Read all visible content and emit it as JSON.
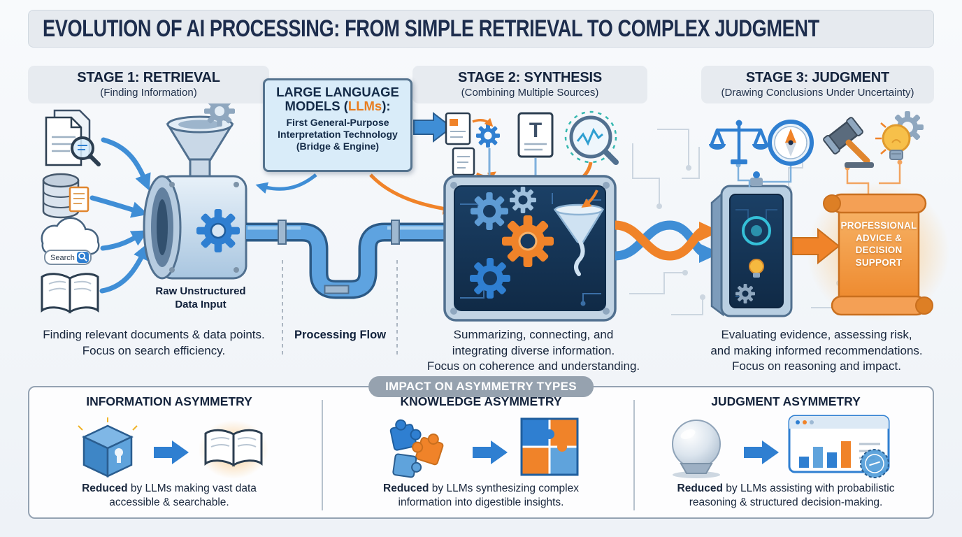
{
  "title": "EVOLUTION OF AI PROCESSING: FROM SIMPLE RETRIEVAL TO COMPLEX JUDGMENT",
  "stages": [
    {
      "label": "STAGE 1: RETRIEVAL",
      "subtitle": "(Finding Information)",
      "desc": [
        "Finding relevant documents & data points.",
        "Focus on search efficiency."
      ]
    },
    {
      "label": "STAGE 2: SYNTHESIS",
      "subtitle": "(Combining Multiple Sources)",
      "desc": [
        "Summarizing, connecting, and",
        "integrating diverse information.",
        "Focus on coherence and understanding."
      ]
    },
    {
      "label": "STAGE 3: JUDGMENT",
      "subtitle": "(Drawing Conclusions Under Uncertainty)",
      "desc": [
        "Evaluating evidence, assessing risk,",
        "and making informed recommendations.",
        "Focus on reasoning and impact."
      ]
    }
  ],
  "llm_callout": {
    "title_prefix": "LARGE LANGUAGE MODELS (",
    "title_highlight": "LLMs",
    "title_suffix": "):",
    "lines": [
      "First General-Purpose",
      "Interpretation Technology",
      "(Bridge & Engine)"
    ]
  },
  "labels": {
    "raw_input": [
      "Raw Unstructured",
      "Data Input"
    ],
    "processing_flow": "Processing Flow",
    "search_placeholder": "Search",
    "document_t": "T",
    "scroll": [
      "PROFESSIONAL",
      "ADVICE &",
      "DECISION",
      "SUPPORT"
    ]
  },
  "impact": {
    "header": "IMPACT ON ASYMMETRY TYPES",
    "items": [
      {
        "title": "INFORMATION ASYMMETRY",
        "lead": "Reduced",
        "text": " by LLMs making vast data accessible & searchable."
      },
      {
        "title": "KNOWLEDGE ASYMMETRY",
        "lead": "Reduced",
        "text": " by LLMs synthesizing complex information into digestible insights."
      },
      {
        "title": "JUDGMENT ASYMMETRY",
        "lead": "Reduced",
        "text": " by LLMs assisting with probabilistic reasoning & structured decision-making."
      }
    ]
  },
  "icons": [
    "document-search",
    "database",
    "cloud-search",
    "open-book",
    "funnel",
    "gear",
    "pipe",
    "source-documents",
    "text-document",
    "analysis-magnifier",
    "synthesis-gears",
    "vortex-funnel",
    "scales",
    "compass",
    "gavel",
    "lightbulb",
    "judgment-device",
    "advice-scroll",
    "locked-box",
    "glowing-book",
    "puzzle-pieces",
    "assembled-puzzle",
    "crystal-ball",
    "dashboard-chart",
    "recommendation-badge",
    "right-arrow"
  ],
  "colors": {
    "accent_blue": "#2f7fd1",
    "accent_orange": "#f08329",
    "header_bg": "#e7ebf0",
    "title_text": "#1d2d4d",
    "machine_panel": "#16395e",
    "pill_bg": "#96a2af",
    "scroll_orange": "#ef8c33"
  }
}
